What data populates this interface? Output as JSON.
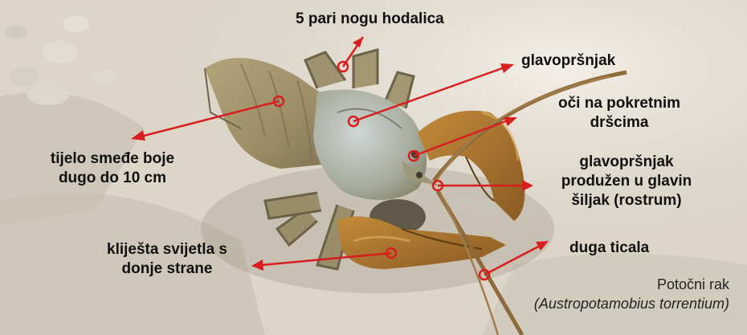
{
  "labels": {
    "walking_legs": "5 pari nogu hodalica",
    "cephalothorax": "glavopršnjak",
    "eyes_line1": "oči na pokretnim",
    "eyes_line2": "dršcima",
    "body_line1": "tijelo smeđe boje",
    "body_line2": "dugo do 10 cm",
    "rostrum_line1": "glavopršnjak",
    "rostrum_line2": "produžen u glavin",
    "rostrum_line3": "šiljak (rostrum)",
    "claws_line1": "kliješta svijetla s",
    "claws_line2": "donje strane",
    "antennae": "duga ticala"
  },
  "caption": {
    "common_name": "Potočni rak",
    "scientific_name": "(Austropotamobius torrentium)"
  },
  "colors": {
    "arrow": "#d81e1e",
    "background_sand": "#dcd6cc",
    "crayfish_body": "#a89a72",
    "claws": "#b0742e"
  }
}
